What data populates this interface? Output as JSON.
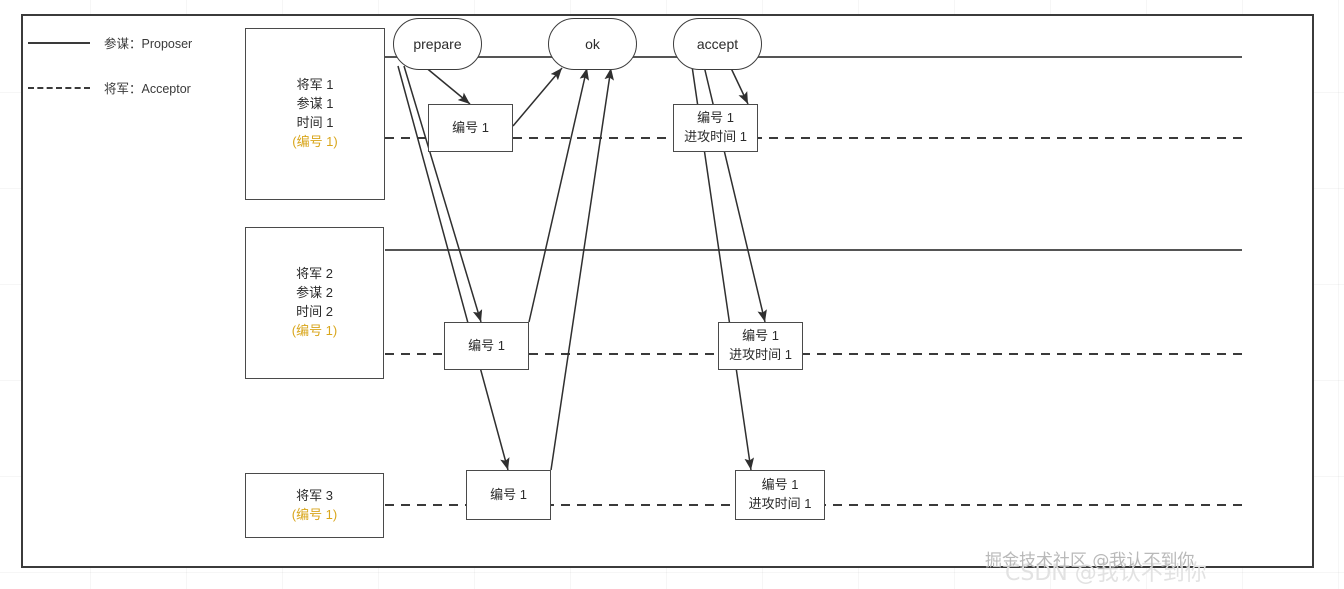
{
  "legend": {
    "items": [
      {
        "style": "solid",
        "label": "参谋：Proposer"
      },
      {
        "style": "dashed",
        "label": "将军：Acceptor"
      }
    ]
  },
  "messages": {
    "prepare": "prepare",
    "ok": "ok",
    "accept": "accept"
  },
  "generals": [
    {
      "name": "将军 1",
      "staff": "参谋 1",
      "time": "时间 1",
      "number": "(编号 1)"
    },
    {
      "name": "将军 2",
      "staff": "参谋 2",
      "time": "时间 2",
      "number": "(编号 1)"
    },
    {
      "name": "将军 3",
      "number": "(编号 1)"
    }
  ],
  "prepare_boxes": [
    {
      "line1": "编号 1"
    },
    {
      "line1": "编号 1"
    },
    {
      "line1": "编号 1"
    }
  ],
  "accept_boxes": [
    {
      "line1": "编号 1",
      "line2": "进攻时间 1"
    },
    {
      "line1": "编号 1",
      "line2": "进攻时间 1"
    },
    {
      "line1": "编号 1",
      "line2": "进攻时间 1"
    }
  ],
  "watermarks": {
    "primary": "掘金技术社区 @我认不到你",
    "secondary": "CSDN @我认不到你"
  },
  "colors": {
    "stroke": "#4a4a4a",
    "gold": "#d9a61c",
    "text": "#2b2b2b",
    "watermark": "#b9b9b9"
  }
}
